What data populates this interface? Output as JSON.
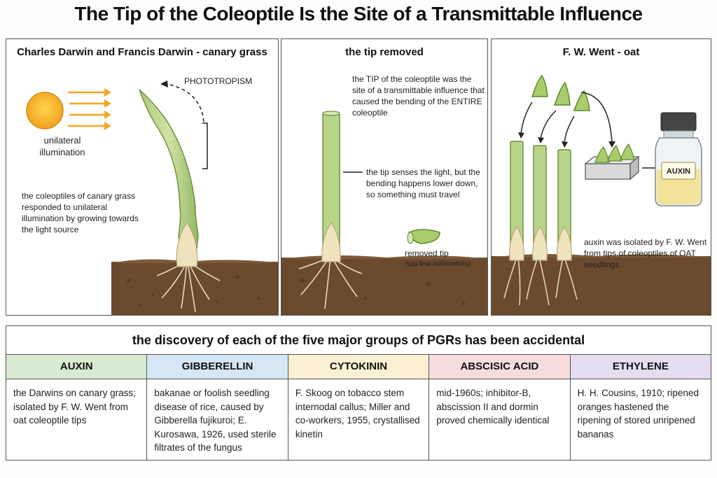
{
  "title": "The Tip of the Coleoptile Is the Site of a Transmittable Influence",
  "panels": {
    "darwin": {
      "title": "Charles Darwin and Francis Darwin - canary grass",
      "phototropism": "PHOTOTROPISM",
      "illumination": "unilateral\nillumination",
      "note": "the coleoptiles of canary grass responded to unilateral illumination by growing towards the light source"
    },
    "tip_removed": {
      "title": "the tip removed",
      "note1": "the TIP of the coleoptile was the site of a transmittable influence that caused the bending of the ENTIRE coleoptile",
      "note2": "the tip senses the light, but the bending happens lower down, so something must travel",
      "removed_tip": "removed tip",
      "removed_tip_detail": "(top few millimetres)"
    },
    "went": {
      "title": "F. W. Went - oat",
      "bottle_label": "AUXIN",
      "note": "auxin was isolated by F. W. Went from tips of coleoptiles of OAT seedlings"
    }
  },
  "table": {
    "heading": "the discovery of each of the five major groups of PGRs has been accidental",
    "columns": [
      {
        "name": "AUXIN",
        "color": "#d9ead3",
        "text": "the Darwins on canary grass; isolated by F. W. Went from oat coleoptile tips"
      },
      {
        "name": "GIBBERELLIN",
        "color": "#d6e6f4",
        "text": "bakanae or foolish seedling disease of rice, caused by Gibberella fujikuroi; E. Kurosawa, 1926, used sterile filtrates of the fungus"
      },
      {
        "name": "CYTOKININ",
        "color": "#fbf0d3",
        "text": "F. Skoog on tobacco stem internodal callus; Miller and co-workers, 1955, crystallised kinetin"
      },
      {
        "name": "ABSCISIC ACID",
        "color": "#f6dcdc",
        "text": "mid-1960s; inhibitor-B, abscission II and dormin proved chemically identical"
      },
      {
        "name": "ETHYLENE",
        "color": "#e6dcf0",
        "text": "H. H. Cousins, 1910; ripened oranges hastened the ripening of stored unripened bananas"
      }
    ]
  }
}
